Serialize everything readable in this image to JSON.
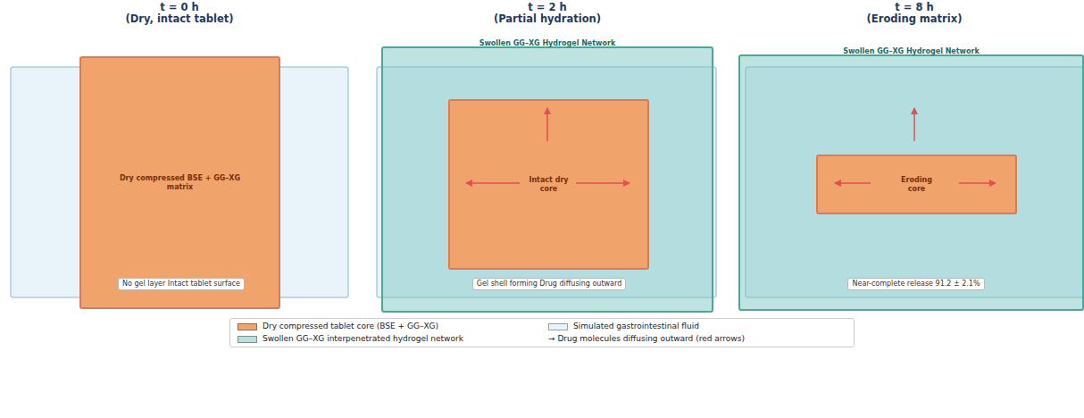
{
  "diagram": {
    "nodes": [
      {
        "text": [
          "Dry compressed BSE + GG–XG matrix"
        ]
      },
      {
        "text": [
          "No gel layer Intact tablet surface"
        ],
        "in": 0
      },
      {
        "text": [
          "Swollen GG–XG Hydrogel Network"
        ]
      },
      {
        "text": [
          "Intact dry core"
        ],
        "in": 2
      },
      {
        "text": [
          "Gel shell forming Drug diffusing outward"
        ],
        "in": 2
      },
      {
        "text": [
          "Swollen GG–XG Hydrogel Network"
        ]
      },
      {
        "text": [
          "Eroding core"
        ],
        "in": 5
      },
      {
        "text": [
          "Near-complete release 91.2 ± 2.1%"
        ],
        "in": 5
      }
    ],
    "labels": [
      "t = 0 h",
      "(Dry, intact tablet)",
      "t = 2 h",
      "(Partial hydration)",
      "t = 8 h",
      "(Eroding matrix)"
    ],
    "legend": [
      {
        "text": "Dry compressed tablet core (BSE + GG–XG)",
        "color": "#f0a46c"
      },
      {
        "text": "Swollen GG–XG interpenetrated hydrogel network",
        "color": "#b7dfdc"
      },
      {
        "text": "Simulated gastrointestinal fluid",
        "color": "#e8f3fa"
      },
      {
        "text": "→ Drug molecules diffusing outward (red arrows)"
      }
    ]
  }
}
